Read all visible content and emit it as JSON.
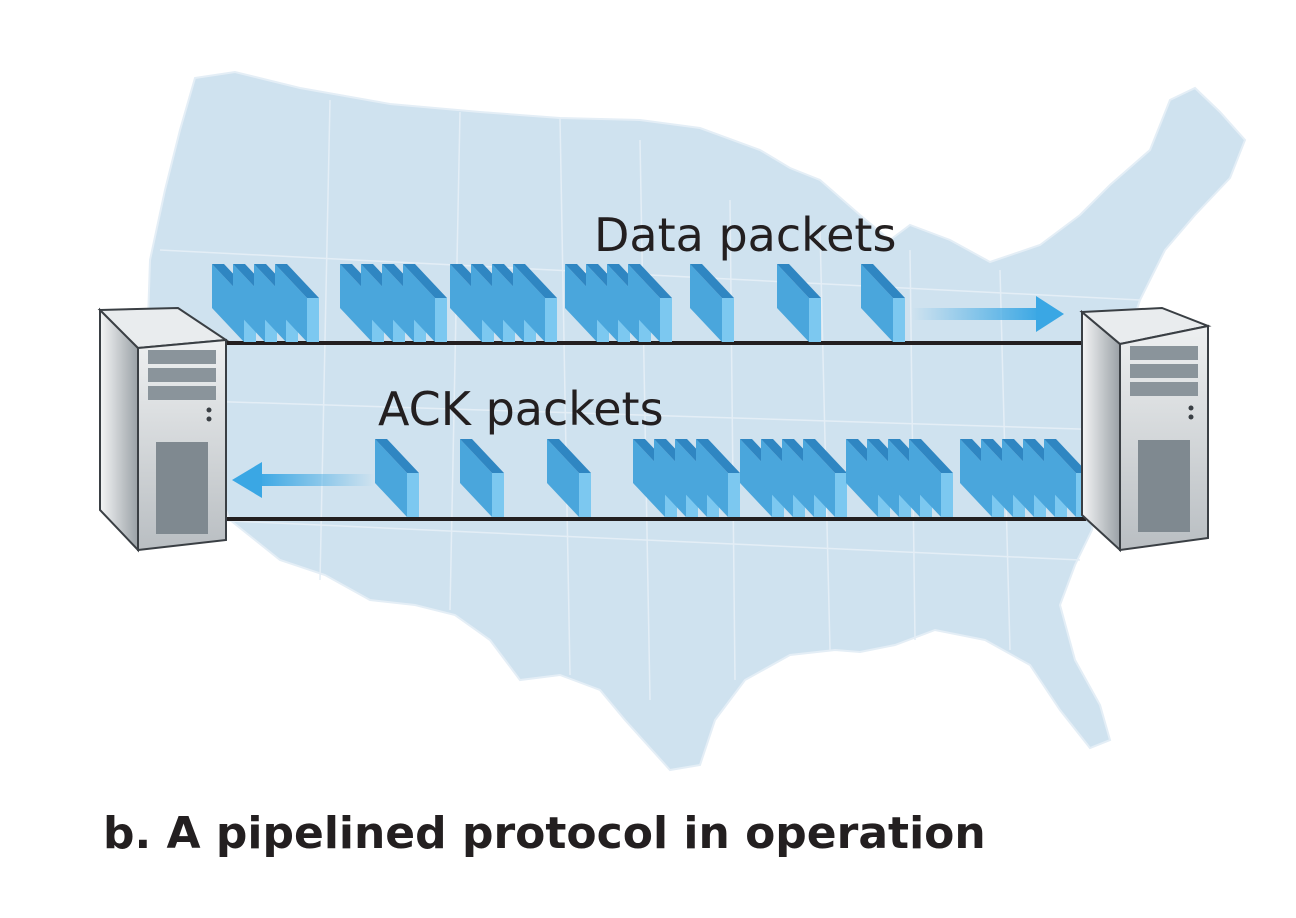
{
  "labels": {
    "data_packets": "Data packets",
    "ack_packets": "ACK packets",
    "caption": "b. A pipelined protocol in operation"
  },
  "data_packet_groups": [
    4,
    4,
    4,
    4,
    1,
    1,
    1
  ],
  "ack_packet_groups": [
    1,
    1,
    1,
    4,
    4,
    4,
    5
  ],
  "colors": {
    "map_fill": "#cfe2ef",
    "map_border": "#e4eef6",
    "packet_front": "#4aa6dc",
    "packet_side": "#7cc8f0",
    "packet_top": "#2f86c2",
    "arrow": "#3aa7e4",
    "link_line": "#231f20",
    "caption_text": "#231f20"
  }
}
